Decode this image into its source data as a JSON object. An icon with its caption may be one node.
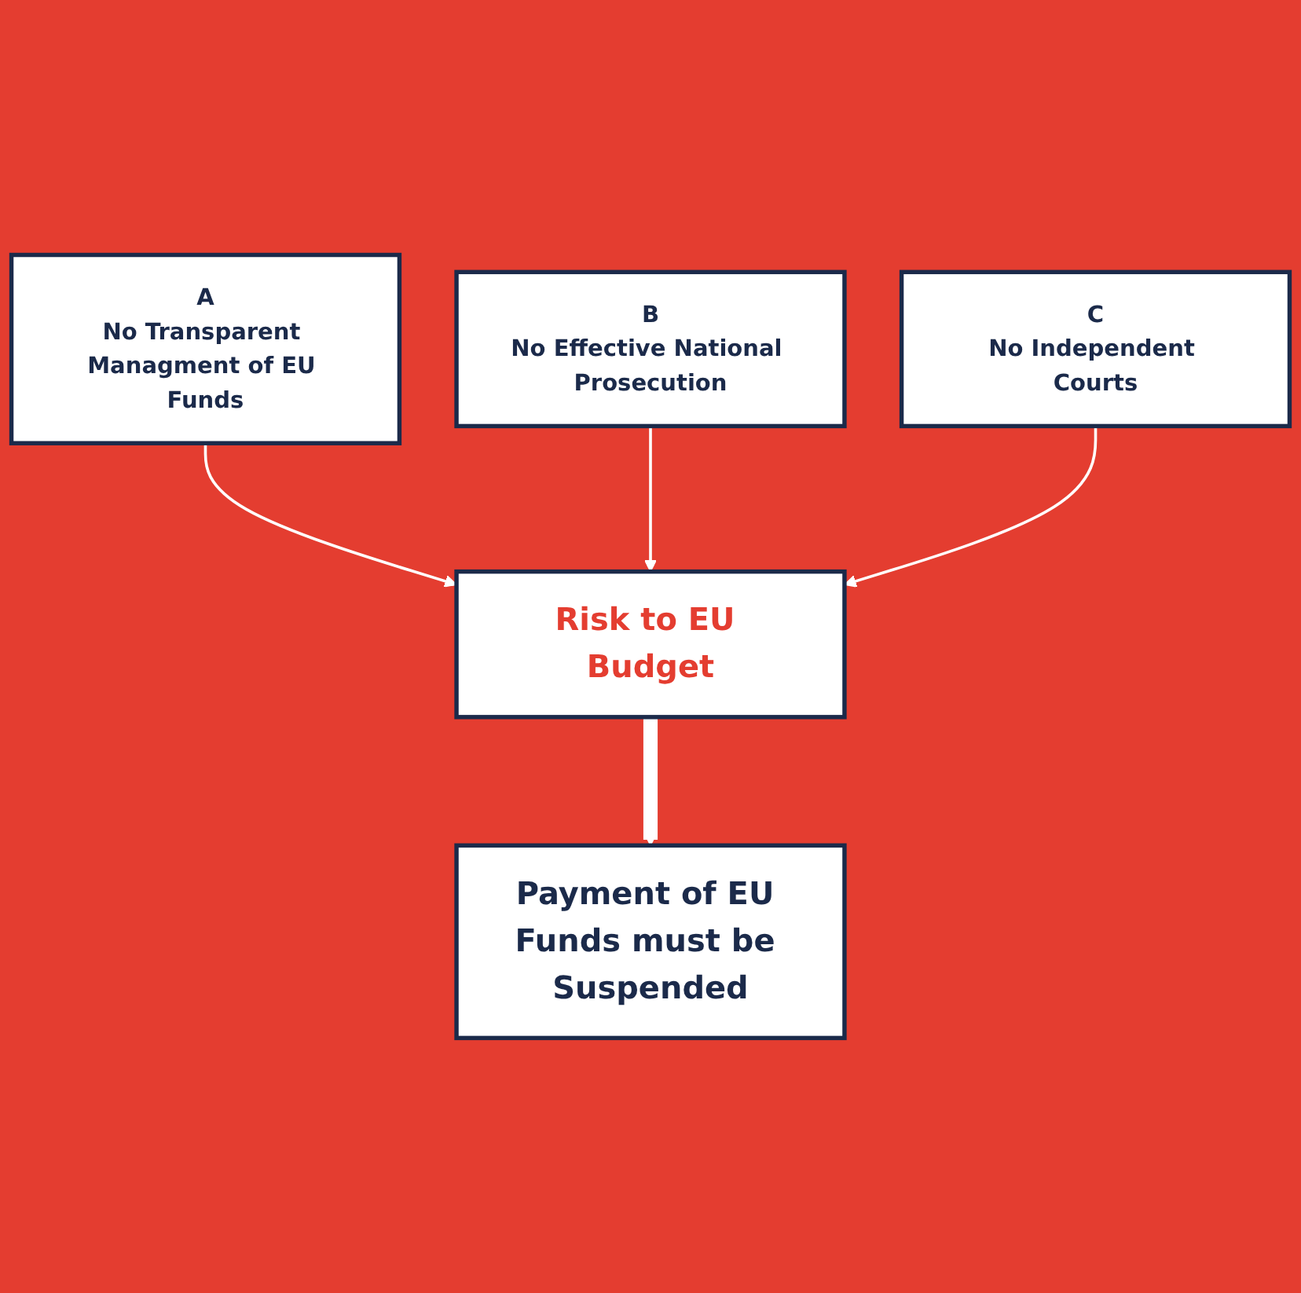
{
  "diagram": {
    "nodes": [
      {
        "text": [
          "A",
          "No Transparent Managment of EU Funds"
        ]
      },
      {
        "text": [
          "B",
          "No Effective National Prosecution"
        ]
      },
      {
        "text": [
          "C",
          "No Independent Courts"
        ]
      },
      {
        "text": [
          "Risk to EU Budget"
        ]
      },
      {
        "text": [
          "Payment of EU Funds must be Suspended"
        ]
      }
    ],
    "edges": [
      {
        "from": 0,
        "to": 3,
        "arrow": "to"
      },
      {
        "from": 1,
        "to": 3,
        "arrow": "to"
      },
      {
        "from": 2,
        "to": 3,
        "arrow": "to"
      },
      {
        "from": 3,
        "to": 4,
        "arrow": "to",
        "style": "thick"
      }
    ]
  }
}
